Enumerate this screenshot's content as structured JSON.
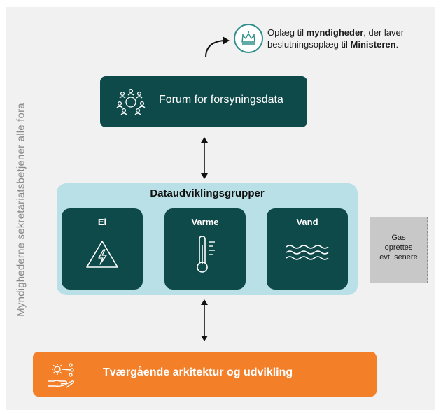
{
  "side_label": "Myndighederne sekretariatsbetjener alle fora",
  "note": {
    "icon": "crown-icon",
    "line1_pre": "Oplæg til ",
    "line1_bold": "myndigheder",
    "line1_post": ", der laver",
    "line2_pre": "beslutningsoplæg til ",
    "line2_bold": "Ministeren",
    "line2_post": "."
  },
  "forum": {
    "label": "Forum for forsyningsdata",
    "icon": "people-circle-icon"
  },
  "group": {
    "title": "Dataudviklingsgrupper",
    "cards": [
      {
        "title": "El",
        "icon": "electricity-warning-icon"
      },
      {
        "title": "Varme",
        "icon": "thermometer-icon"
      },
      {
        "title": "Vand",
        "icon": "water-waves-icon"
      }
    ]
  },
  "gas": {
    "line1": "Gas",
    "line2": "oprettes",
    "line3": "evt. senere"
  },
  "bottom": {
    "label": "Tværgående arkitektur og udvikling",
    "icon": "gear-hand-icon"
  },
  "colors": {
    "dark_teal": "#0f4a4a",
    "light_teal": "#b9e0e6",
    "orange": "#f37f29",
    "gray": "#c8c8c8"
  }
}
